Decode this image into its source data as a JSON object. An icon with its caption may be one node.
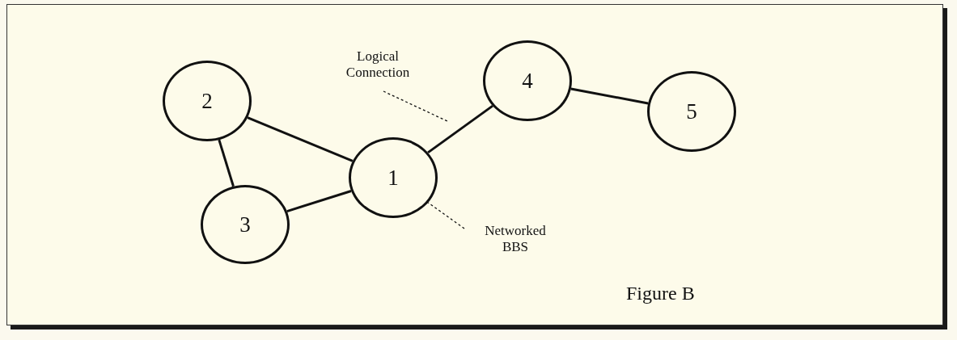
{
  "diagram": {
    "caption": "Figure B",
    "nodes": [
      {
        "text": [
          "2"
        ]
      },
      {
        "text": [
          "3"
        ]
      },
      {
        "text": [
          "1"
        ]
      },
      {
        "text": [
          "4"
        ]
      },
      {
        "text": [
          "5"
        ]
      },
      {
        "text": [
          "Logical Connection"
        ]
      },
      {
        "text": [
          "Networked BBS"
        ]
      }
    ],
    "edges": [
      {
        "from": 0,
        "to": 2,
        "arrow": "none"
      },
      {
        "from": 0,
        "to": 1,
        "arrow": "none"
      },
      {
        "from": 1,
        "to": 2,
        "arrow": "none"
      },
      {
        "from": 2,
        "to": 3,
        "arrow": "none"
      },
      {
        "from": 3,
        "to": 4,
        "arrow": "none"
      },
      {
        "from": 5,
        "to": null,
        "arrow": "none",
        "style": "dashed"
      },
      {
        "from": 6,
        "to": 2,
        "arrow": "none",
        "style": "dashed"
      }
    ]
  }
}
